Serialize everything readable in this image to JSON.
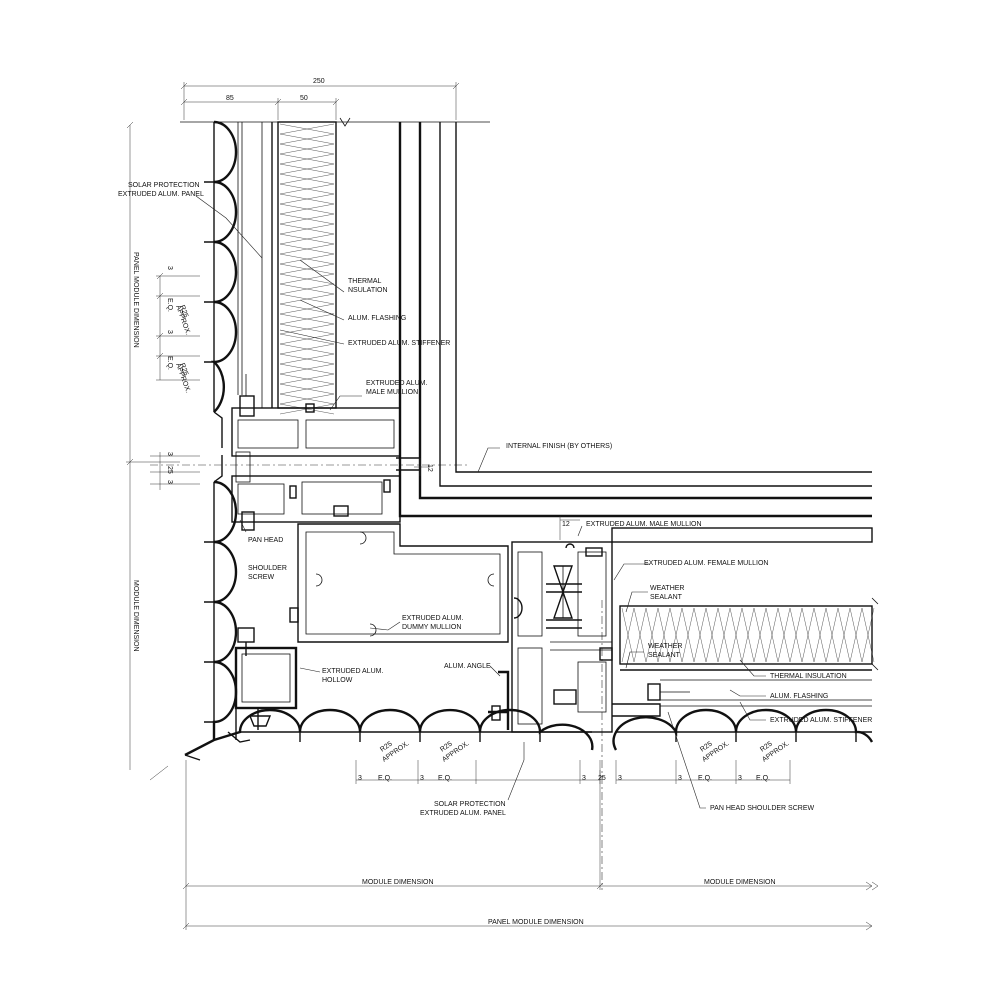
{
  "dimensions": {
    "d250": "250",
    "d85": "85",
    "d50": "50",
    "d25_left": "25",
    "d25_bottom": "25",
    "d12_left": "12",
    "d12_mid": "12",
    "d3": "3",
    "eq": "E.Q.",
    "r25": "R25",
    "approx": "APPROX.",
    "panel_module_dimension": "PANEL MODULE DIMENSION",
    "module_dimension": "MODULE DIMENSION"
  },
  "labels": {
    "solar_protection_1": "SOLAR PROTECTION",
    "solar_protection_2": "EXTRUDED ALUM. PANEL",
    "thermal_nsulation_1": "THERMAL",
    "thermal_nsulation_2": "NSULATION",
    "alum_flashing": "ALUM. FLASHING",
    "extruded_stiffener": "EXTRUDED ALUM. STIFFENER",
    "male_mullion_left_1": "EXTRUDED ALUM.",
    "male_mullion_left_2": "MALE MULLION",
    "internal_finish": "INTERNAL FINISH (BY OTHERS)",
    "male_mullion_right": "EXTRUDED ALUM. MALE MULLION",
    "female_mullion": "EXTRUDED ALUM. FEMALE MULLION",
    "weather_sealant_1": "WEATHER",
    "weather_sealant_2": "SEALANT",
    "pan_head_1": "PAN HEAD",
    "pan_head_2": "SHOULDER",
    "pan_head_3": "SCREW",
    "dummy_mullion_1": "EXTRUDED ALUM.",
    "dummy_mullion_2": "DUMMY MULLION",
    "hollow_1": "EXTRUDED ALUM.",
    "hollow_2": "HOLLOW",
    "alum_angle": "ALUM. ANGLE",
    "thermal_insulation": "THERMAL INSULATION",
    "pan_head_shoulder_screw": "PAN HEAD SHOULDER SCREW"
  }
}
